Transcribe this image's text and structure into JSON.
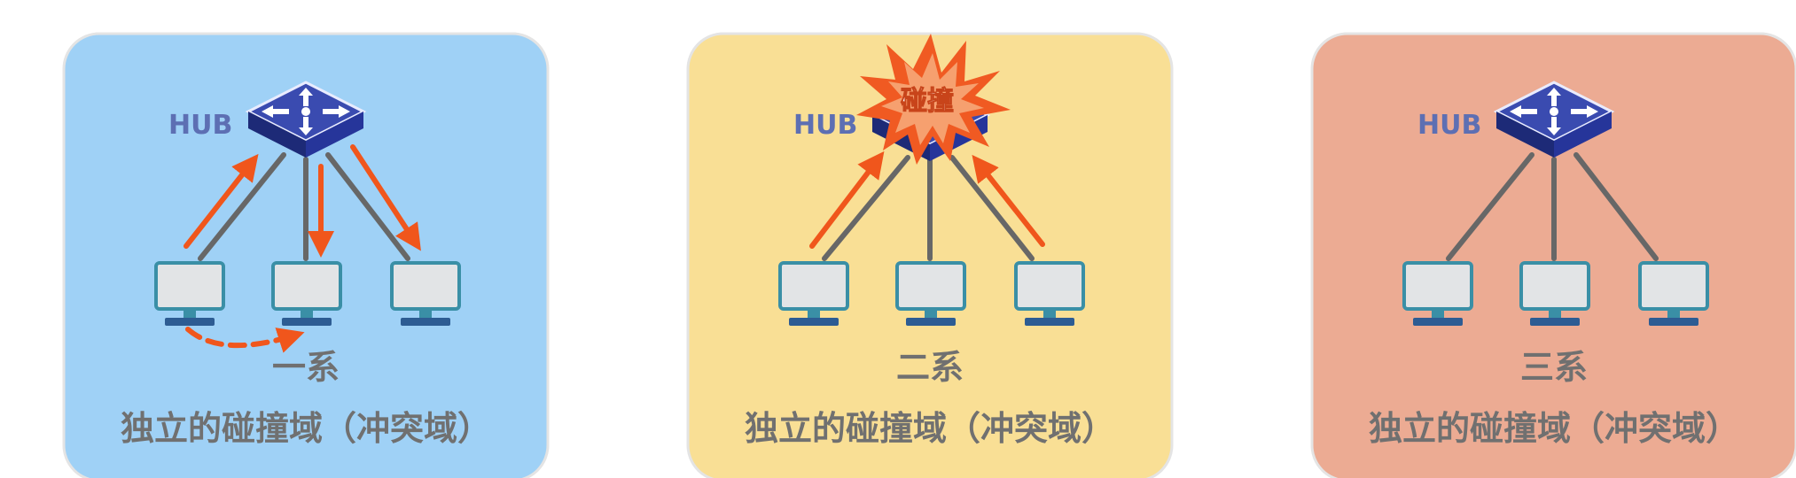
{
  "colors": {
    "panel_blue": "#9fd1f6",
    "panel_yellow": "#f9df95",
    "panel_red": "#ecab93",
    "border": "#e4e4e4",
    "hub_label": "#5d6fb3",
    "text_gray": "#707070",
    "arrow_orange": "#f0561c",
    "wire_gray": "#676767",
    "hub_top": "#3a4bb0",
    "hub_side": "#1d2a77",
    "monitor_border": "#3a8fa6",
    "monitor_screen": "#e2e4e6",
    "monitor_base": "#2d5c93",
    "burst_outer": "#f05a22",
    "burst_inner": "#f6a06f"
  },
  "panels": [
    {
      "hub_label": "HUB",
      "caption": "一系",
      "footer": "独立的碰撞域（冲突域）"
    },
    {
      "hub_label": "HUB",
      "caption": "二系",
      "footer": "独立的碰撞域（冲突域）",
      "burst_label": "碰撞"
    },
    {
      "hub_label": "HUB",
      "caption": "三系",
      "footer": "独立的碰撞域（冲突域）"
    }
  ]
}
